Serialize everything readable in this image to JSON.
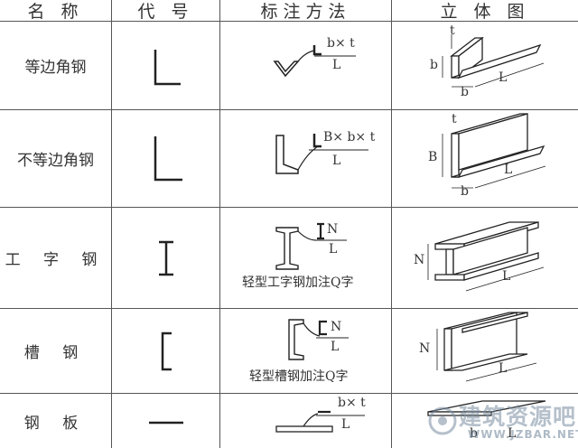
{
  "headers": {
    "name": "名 称",
    "code": "代 号",
    "notation": "标注方法",
    "view3d": "立 体 图"
  },
  "rows": [
    {
      "name": "等边角钢",
      "notation": "b× t",
      "notation_sub": "L",
      "dims": [
        "t",
        "b",
        "b",
        "L"
      ]
    },
    {
      "name": "不等边角钢",
      "notation": "B× b× t",
      "notation_sub": "L",
      "dims": [
        "t",
        "B",
        "b",
        "L"
      ]
    },
    {
      "name": "工 字 钢",
      "notation": "N",
      "notation_sub": "L",
      "note": "轻型工字钢加注Q字",
      "dims": [
        "N",
        "L"
      ]
    },
    {
      "name": "槽 钢",
      "notation": "N",
      "notation_sub": "L",
      "note": "轻型槽钢加注Q字",
      "dims": [
        "N",
        "L"
      ]
    },
    {
      "name": "钢 板",
      "notation": "b× t",
      "notation_sub": "L",
      "dims": [
        "b",
        "L"
      ]
    }
  ],
  "watermark": {
    "text": "建筑资源吧",
    "url": "WWW.JZBAR.NET"
  },
  "colors": {
    "line": "#222222",
    "grid": "#555555",
    "watermark": "#7f8ca0"
  }
}
